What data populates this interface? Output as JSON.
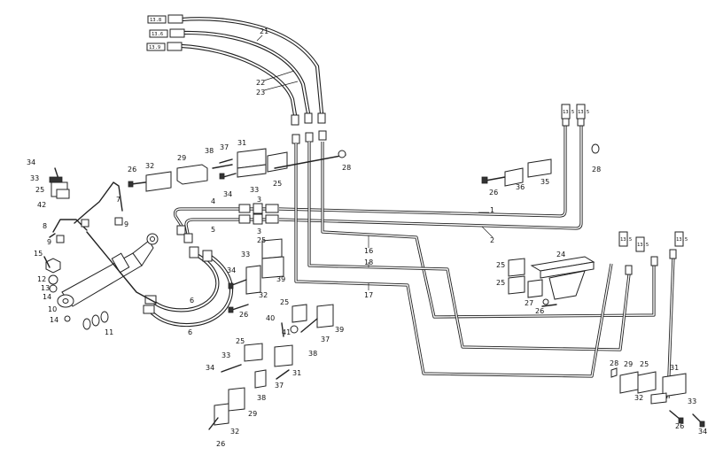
{
  "callouts": [
    {
      "n": "21"
    },
    {
      "n": "22"
    },
    {
      "n": "23"
    },
    {
      "n": "31"
    },
    {
      "n": "37"
    },
    {
      "n": "38"
    },
    {
      "n": "29"
    },
    {
      "n": "32"
    },
    {
      "n": "26"
    },
    {
      "n": "34"
    },
    {
      "n": "33"
    },
    {
      "n": "25"
    },
    {
      "n": "28"
    },
    {
      "n": "34"
    },
    {
      "n": "33"
    },
    {
      "n": "25"
    },
    {
      "n": "42"
    },
    {
      "n": "7"
    },
    {
      "n": "8"
    },
    {
      "n": "9"
    },
    {
      "n": "9"
    },
    {
      "n": "15"
    },
    {
      "n": "12"
    },
    {
      "n": "13"
    },
    {
      "n": "14"
    },
    {
      "n": "10"
    },
    {
      "n": "14"
    },
    {
      "n": "11"
    },
    {
      "n": "6"
    },
    {
      "n": "6"
    },
    {
      "n": "4"
    },
    {
      "n": "3"
    },
    {
      "n": "5"
    },
    {
      "n": "3"
    },
    {
      "n": "25"
    },
    {
      "n": "33"
    },
    {
      "n": "34"
    },
    {
      "n": "39"
    },
    {
      "n": "32"
    },
    {
      "n": "26"
    },
    {
      "n": "16"
    },
    {
      "n": "18"
    },
    {
      "n": "17"
    },
    {
      "n": "1"
    },
    {
      "n": "2"
    },
    {
      "n": "26"
    },
    {
      "n": "36"
    },
    {
      "n": "35"
    },
    {
      "n": "28"
    },
    {
      "n": "24"
    },
    {
      "n": "25"
    },
    {
      "n": "25"
    },
    {
      "n": "27"
    },
    {
      "n": "26"
    },
    {
      "n": "25"
    },
    {
      "n": "40"
    },
    {
      "n": "41"
    },
    {
      "n": "39"
    },
    {
      "n": "37"
    },
    {
      "n": "38"
    },
    {
      "n": "25"
    },
    {
      "n": "33"
    },
    {
      "n": "34"
    },
    {
      "n": "31"
    },
    {
      "n": "37"
    },
    {
      "n": "38"
    },
    {
      "n": "29"
    },
    {
      "n": "32"
    },
    {
      "n": "26"
    },
    {
      "n": "28"
    },
    {
      "n": "29"
    },
    {
      "n": "25"
    },
    {
      "n": "31"
    },
    {
      "n": "32"
    },
    {
      "n": "33"
    },
    {
      "n": "26"
    },
    {
      "n": "34"
    }
  ],
  "hose_tags": [
    "13.8",
    "13.6",
    "13.9"
  ],
  "coupling_tags": [
    "13.5",
    "13.5",
    "13.5",
    "13.5",
    "13.5"
  ]
}
